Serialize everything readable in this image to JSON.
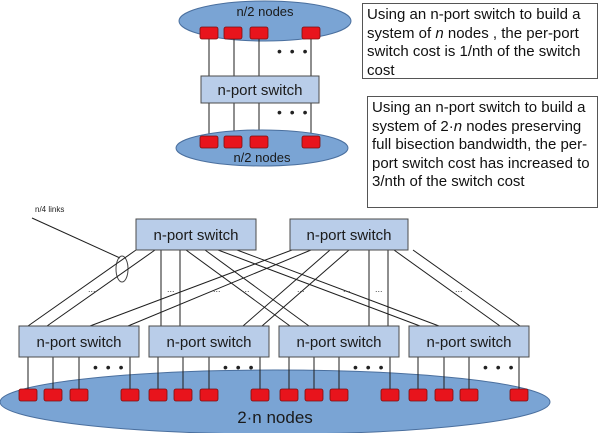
{
  "top_diagram": {
    "top_group_label": "n/2 nodes",
    "bottom_group_label": "n/2 nodes",
    "switch_label": "n-port switch",
    "ellipsis": "• • •"
  },
  "notes": {
    "note1": {
      "text_a": "Using an n-port switch to build a system of ",
      "text_italic": "n",
      "text_b": " nodes , the per-port switch cost is 1/nth of the switch cost"
    },
    "note2": {
      "text_a": "Using an n-port switch to build a system of 2·",
      "text_italic": "n",
      "text_b": " nodes preserving full bisection bandwidth, the per-port switch cost has increased to 3/nth of the switch cost"
    }
  },
  "bottom_diagram": {
    "links_label": "n/4 links",
    "spine_switches": [
      "n-port switch",
      "n-port switch"
    ],
    "leaf_switches": [
      "n-port switch",
      "n-port switch",
      "n-port switch",
      "n-port switch"
    ],
    "nodes_label": "2·n nodes",
    "link_ellipsis": "...",
    "port_ellipsis": "• • •"
  }
}
